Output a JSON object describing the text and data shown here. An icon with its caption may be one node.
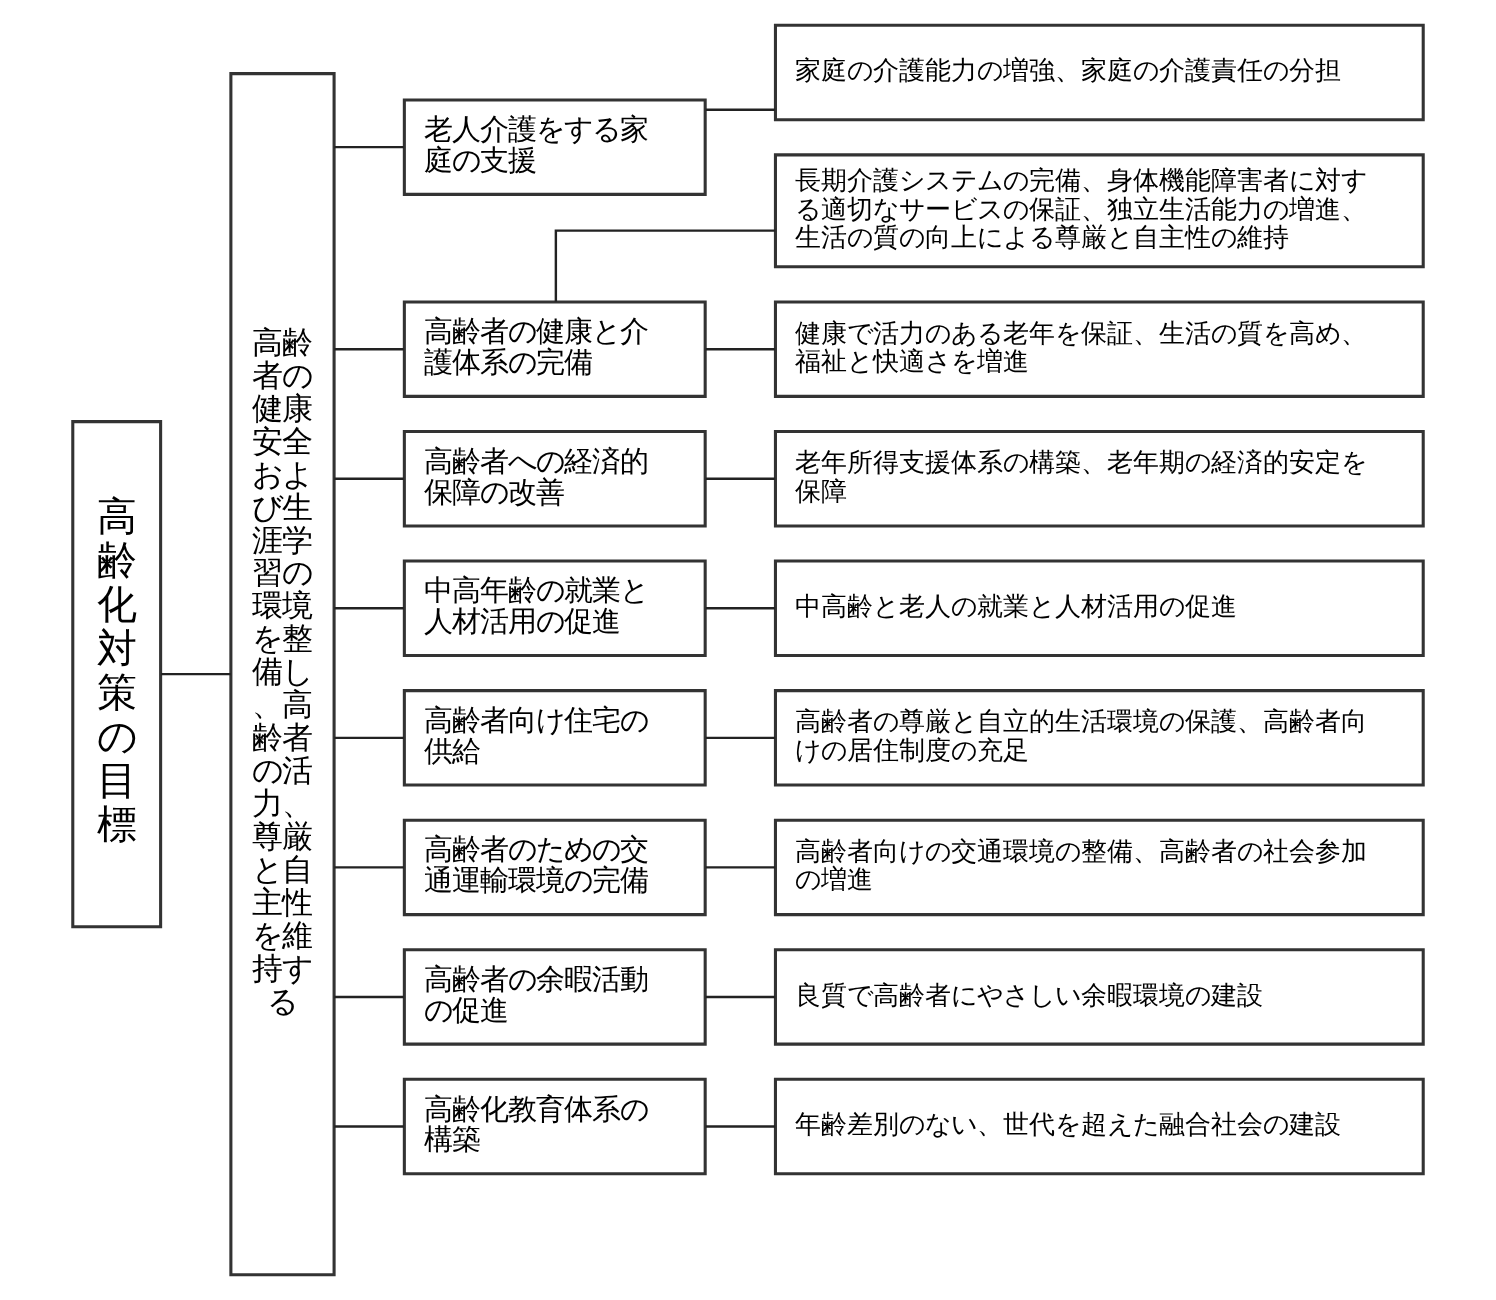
{
  "diagram": {
    "nodes": [
      {
        "text": [
          "高齢化対策の目標"
        ]
      },
      {
        "text": [
          "高齢者の健康安全および生涯学習の環境を整備し、高齢者の活力、尊厳と自主性を維持する"
        ]
      },
      {
        "text": [
          "老人介護をする家庭の支援"
        ]
      },
      {
        "text": [
          "高齢者の健康と介護体系の完備"
        ]
      },
      {
        "text": [
          "高齢者への経済的保障の改善"
        ]
      },
      {
        "text": [
          "中高年齢の就業と人材活用の促進"
        ]
      },
      {
        "text": [
          "高齢者向け住宅の供給"
        ]
      },
      {
        "text": [
          "高齢者のための交通運輸環境の完備"
        ]
      },
      {
        "text": [
          "高齢者の余暇活動の促進"
        ]
      },
      {
        "text": [
          "高齢化教育体系の構築"
        ]
      },
      {
        "text": [
          "家庭の介護能力の増強、家庭の介護責任の分担"
        ]
      },
      {
        "text": [
          "長期介護システムの完備、身体機能障害者に対する適切なサービスの保証、独立生活能力の増進、生活の質の向上による尊厳と自主性の維持"
        ]
      },
      {
        "text": [
          "健康で活力のある老年を保証、生活の質を高め、福祉と快適さを増進"
        ]
      },
      {
        "text": [
          "老年所得支援体系の構築、老年期の経済的安定を保障"
        ]
      },
      {
        "text": [
          "中高齢と老人の就業と人材活用の促進"
        ]
      },
      {
        "text": [
          "高齢者の尊厳と自立的生活環境の保護、高齢者向けの居住制度の充足"
        ]
      },
      {
        "text": [
          "高齢者向けの交通環境の整備、高齢者の社会参加の増進"
        ]
      },
      {
        "text": [
          "良質で高齢者にやさしい余暇環境の建設"
        ]
      },
      {
        "text": [
          "年齢差別のない、世代を超えた融合社会の建設"
        ]
      }
    ],
    "edges": [
      {
        "from": 0,
        "to": 1,
        "arrow": "none"
      },
      {
        "from": 1,
        "to": 2,
        "arrow": "none"
      },
      {
        "from": 1,
        "to": 3,
        "arrow": "none"
      },
      {
        "from": 1,
        "to": 4,
        "arrow": "none"
      },
      {
        "from": 1,
        "to": 5,
        "arrow": "none"
      },
      {
        "from": 1,
        "to": 6,
        "arrow": "none"
      },
      {
        "from": 1,
        "to": 7,
        "arrow": "none"
      },
      {
        "from": 1,
        "to": 8,
        "arrow": "none"
      },
      {
        "from": 1,
        "to": 9,
        "arrow": "none"
      },
      {
        "from": 2,
        "to": 10,
        "arrow": "none"
      },
      {
        "from": 3,
        "to": 11,
        "arrow": "none"
      },
      {
        "from": 3,
        "to": 12,
        "arrow": "none"
      },
      {
        "from": 4,
        "to": 13,
        "arrow": "none"
      },
      {
        "from": 5,
        "to": 14,
        "arrow": "none"
      },
      {
        "from": 6,
        "to": 15,
        "arrow": "none"
      },
      {
        "from": 7,
        "to": 16,
        "arrow": "none"
      },
      {
        "from": 8,
        "to": 17,
        "arrow": "none"
      },
      {
        "from": 9,
        "to": 18,
        "arrow": "none"
      }
    ]
  }
}
